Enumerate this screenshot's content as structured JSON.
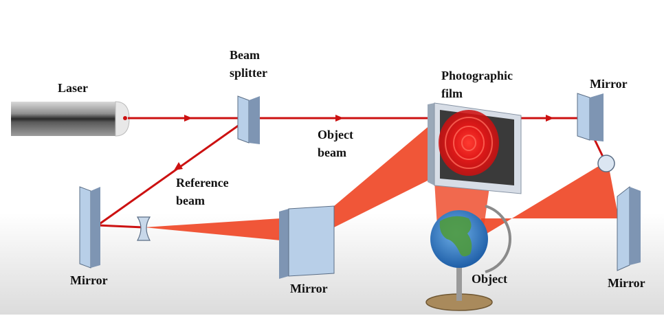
{
  "labels": {
    "laser": "Laser",
    "beam_splitter_1": "Beam",
    "beam_splitter_2": "splitter",
    "film_1": "Photographic",
    "film_2": "film",
    "mirror_top_right": "Mirror",
    "object_beam_1": "Object",
    "object_beam_2": "beam",
    "reference_beam_1": "Reference",
    "reference_beam_2": "beam",
    "mirror_left": "Mirror",
    "mirror_center": "Mirror",
    "object": "Object",
    "mirror_bottom_right": "Mirror"
  },
  "colors": {
    "laser_beam": "#cc1111",
    "spread_beam": "#ee4422",
    "mirror_face": "#b8cfe8",
    "film": "#3a3a3a"
  }
}
